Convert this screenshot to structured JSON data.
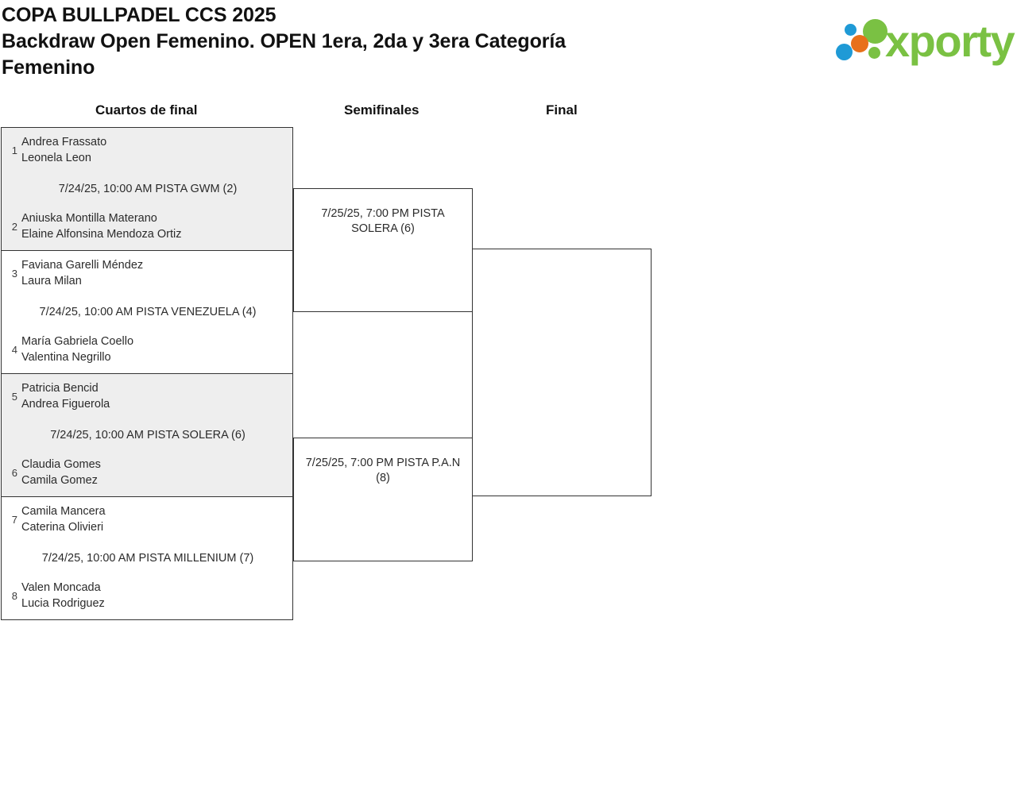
{
  "header": {
    "title_lines": [
      "COPA BULLPADEL CCS 2025",
      "Backdraw Open Femenino. OPEN 1era, 2da y 3era Categoría",
      "Femenino"
    ],
    "logo": {
      "wordmark": "xporty",
      "dots": [
        {
          "name": "dot-blue-top",
          "color": "#1f9ad6"
        },
        {
          "name": "dot-green-big",
          "color": "#7ac143"
        },
        {
          "name": "dot-orange",
          "color": "#e8701a"
        },
        {
          "name": "dot-blue-bottom",
          "color": "#1f9ad6"
        },
        {
          "name": "dot-green-small",
          "color": "#7ac143"
        }
      ],
      "brand_color": "#7ac143"
    }
  },
  "colors": {
    "shaded_row": "#eeeeee",
    "border": "#333333",
    "text": "#2b2b2b",
    "background": "#ffffff"
  },
  "rounds": [
    {
      "label": "Cuartos de final"
    },
    {
      "label": "Semifinales"
    },
    {
      "label": "Final"
    }
  ],
  "quarterfinals": [
    {
      "shaded": true,
      "top": {
        "seed": "1",
        "players": [
          "Andrea Frassato",
          "Leonela Leon"
        ]
      },
      "bottom": {
        "seed": "2",
        "players": [
          "Aniuska Montilla Materano",
          "Elaine Alfonsina Mendoza Ortiz"
        ]
      },
      "info": "7/24/25, 10:00 AM PISTA GWM (2)"
    },
    {
      "shaded": false,
      "top": {
        "seed": "3",
        "players": [
          "Faviana Garelli Méndez",
          "Laura Milan"
        ]
      },
      "bottom": {
        "seed": "4",
        "players": [
          "María Gabriela Coello",
          "Valentina Negrillo"
        ]
      },
      "info": "7/24/25, 10:00 AM PISTA VENEZUELA (4)"
    },
    {
      "shaded": true,
      "top": {
        "seed": "5",
        "players": [
          "Patricia Bencid",
          "Andrea Figuerola"
        ]
      },
      "bottom": {
        "seed": "6",
        "players": [
          "Claudia Gomes",
          "Camila Gomez"
        ]
      },
      "info": "7/24/25, 10:00 AM PISTA SOLERA (6)"
    },
    {
      "shaded": false,
      "top": {
        "seed": "7",
        "players": [
          "Camila Mancera",
          "Caterina Olivieri"
        ]
      },
      "bottom": {
        "seed": "8",
        "players": [
          "Valen Moncada",
          "Lucia Rodriguez"
        ]
      },
      "info": "7/24/25, 10:00 AM PISTA MILLENIUM (7)"
    }
  ],
  "semifinals": [
    {
      "info": "7/25/25, 7:00 PM PISTA SOLERA (6)"
    },
    {
      "info": "7/25/25, 7:00 PM PISTA P.A.N (8)"
    }
  ],
  "final": {
    "info": ""
  }
}
